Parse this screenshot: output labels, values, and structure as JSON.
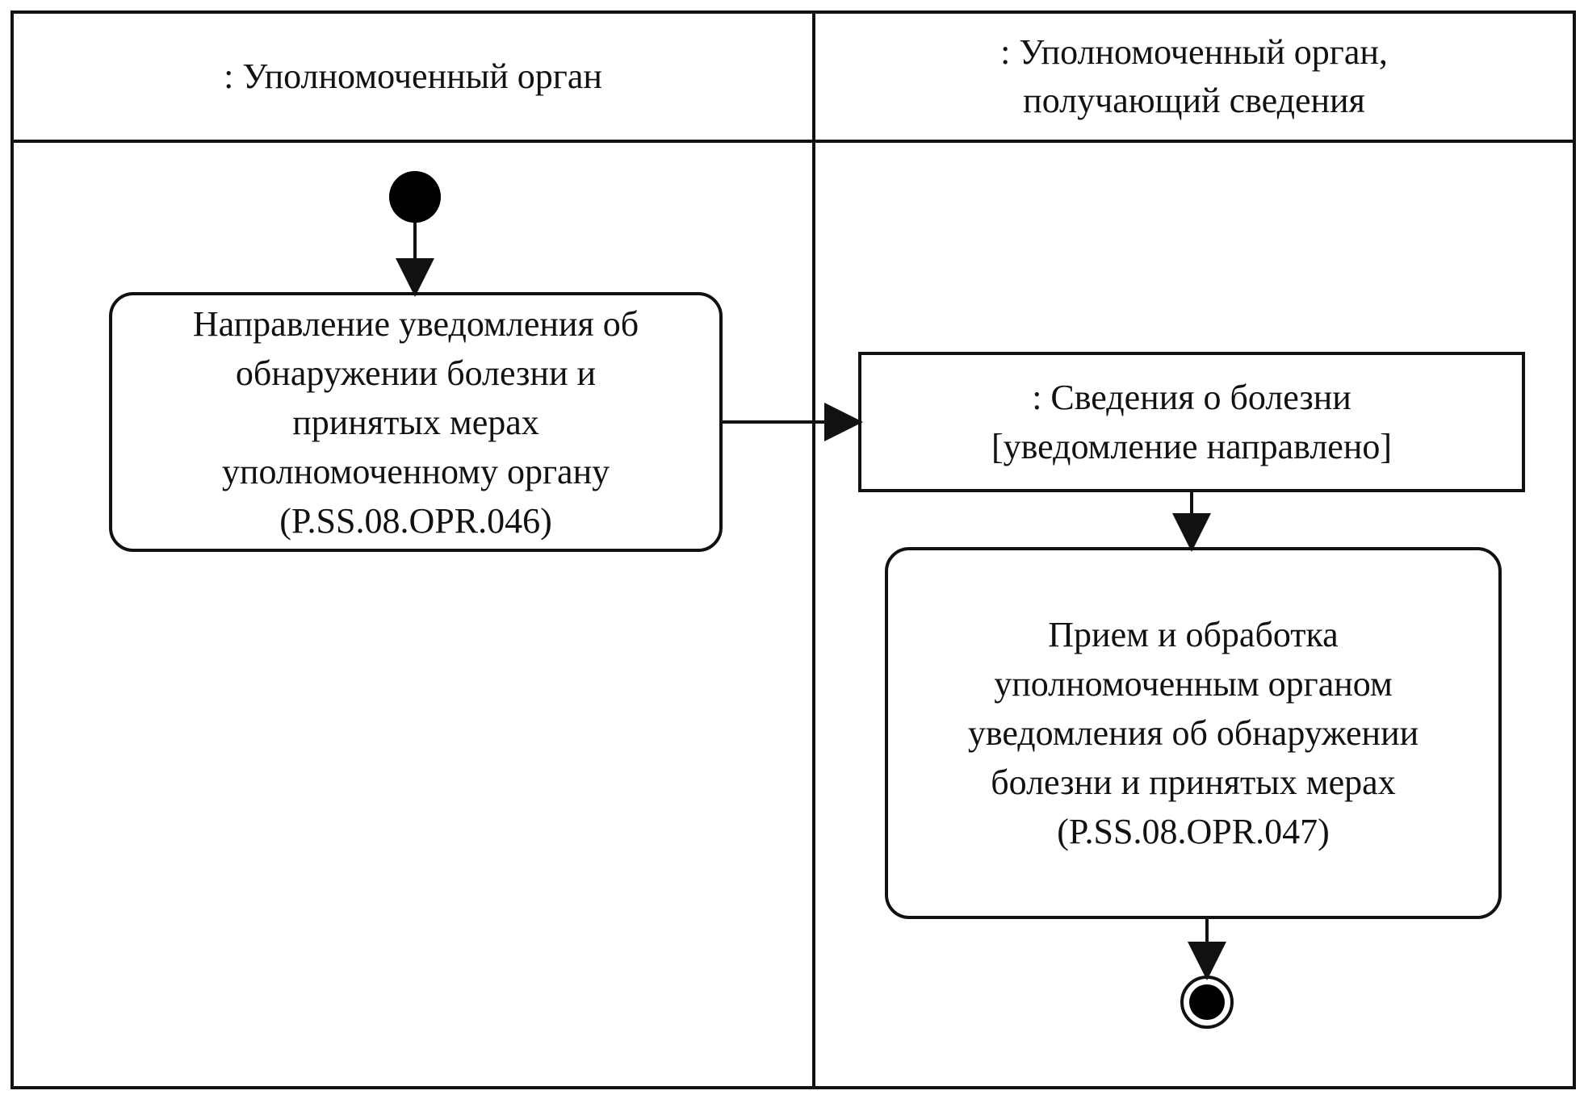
{
  "diagram": {
    "colors": {
      "stroke": "#111111",
      "background": "#ffffff",
      "fill": "#000000"
    },
    "lanes": [
      {
        "title_lines": [
          ": Уполномоченный орган"
        ]
      },
      {
        "title_lines": [
          ": Уполномоченный орган,",
          "получающий сведения"
        ]
      }
    ],
    "nodes": {
      "start": {
        "kind": "initial-node"
      },
      "send_notification": {
        "kind": "action",
        "lines": [
          "Направление уведомления об",
          "обнаружении болезни и",
          "принятых мерах",
          "уполномоченному органу",
          "(P.SS.08.OPR.046)"
        ]
      },
      "disease_info": {
        "kind": "object",
        "lines": [
          ": Сведения о болезни",
          "[уведомление направлено]"
        ]
      },
      "receive_process": {
        "kind": "action",
        "lines": [
          "Прием и обработка",
          "уполномоченным органом",
          "уведомления об обнаружении",
          "болезни и принятых мерах",
          "(P.SS.08.OPR.047)"
        ]
      },
      "end": {
        "kind": "final-node"
      }
    },
    "edges": [
      {
        "from": "start",
        "to": "send_notification"
      },
      {
        "from": "send_notification",
        "to": "disease_info"
      },
      {
        "from": "disease_info",
        "to": "receive_process"
      },
      {
        "from": "receive_process",
        "to": "end"
      }
    ]
  }
}
